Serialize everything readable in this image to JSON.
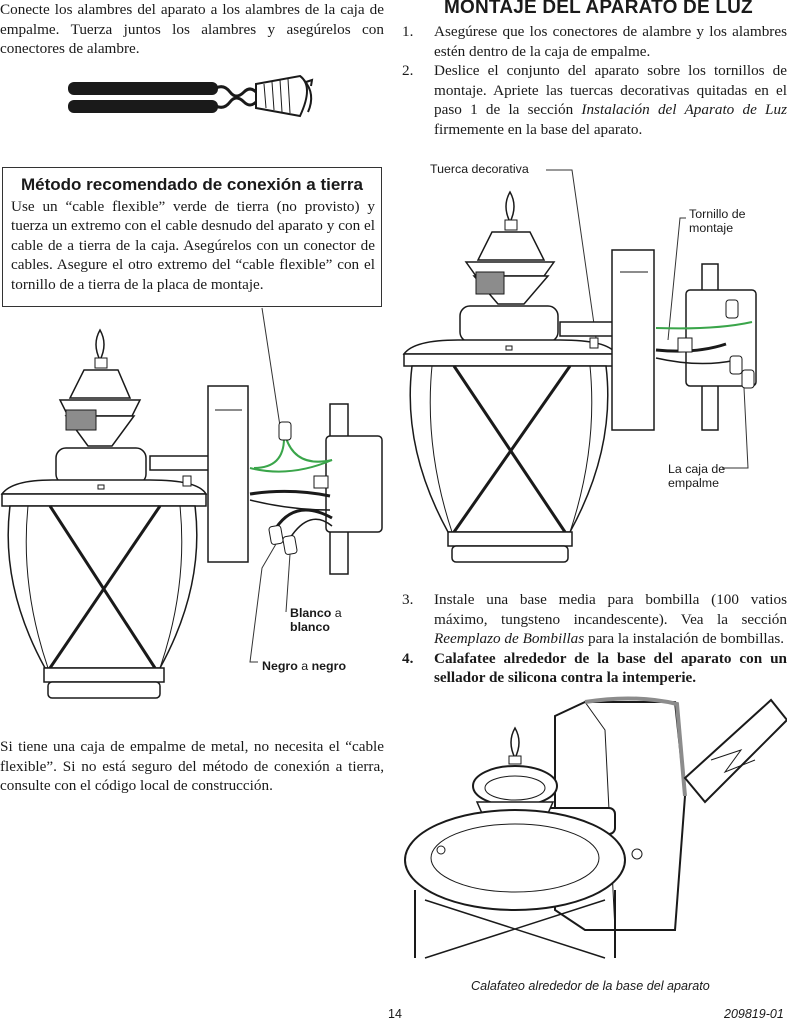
{
  "intro": "Conecte los alambres del aparato a los alambres de la caja de empalme. Tuerza juntos los alambres y asegúrelos con conectores de alambre.",
  "ground_box": {
    "title": "Método recomendado de conexión a tierra",
    "body": "Use un “cable flexible” verde de tierra (no provisto) y tuerza un extremo con el cable desnudo del aparato y con el cable de a tierra de la caja. Asegúrelos con un conector de cables. Asegure el otro extremo del “cable flexible” con el tornillo de a tierra de la placa de montaje."
  },
  "left_diagram": {
    "white_label_bold": "Blanco",
    "white_label_mid": " a",
    "white_label_2": "blanco",
    "black_label_a": "Negro",
    "black_label_mid": " a ",
    "black_label_b": "negro"
  },
  "metal_box": "Si tiene una caja de empalme de metal, no necesita el “cable flexible”. Si no está seguro del método de conexión a tierra, consulte con el código local de construcción.",
  "heading": "MONTAJE DEL APARATO DE LUZ",
  "steps": [
    {
      "num": "1.",
      "text": "Asegúrese que los conectores de alambre y los alambres estén dentro de la caja de empalme."
    },
    {
      "num": "2.",
      "text_a": "Deslice el conjunto del aparato sobre los tornillos de montaje. Apriete las tuercas decorativas quitadas en el paso 1 de la sección ",
      "text_italic": "Instalación del Aparato de Luz",
      "text_b": " firmemente en la base del aparato."
    },
    {
      "num": "3.",
      "text_a": "Instale una base media para bombilla (100 vatios máximo, tungsteno incandescente). Vea la sección ",
      "text_italic": "Reemplazo de Bombillas",
      "text_b": " para la instalación de bombillas."
    },
    {
      "num": "4.",
      "text": "Calafatee alrededor de la base del aparato con un sellador de silicona contra la intemperie."
    }
  ],
  "right_diagram": {
    "label_nut": "Tuerca decorativa",
    "label_screw_1": "Tornillo de",
    "label_screw_2": "montaje",
    "label_box_1": "La caja de",
    "label_box_2": "empalme"
  },
  "caption": "Calafateo alrededor de la base del aparato",
  "footer": {
    "page": "14",
    "doc": "209819-01"
  }
}
